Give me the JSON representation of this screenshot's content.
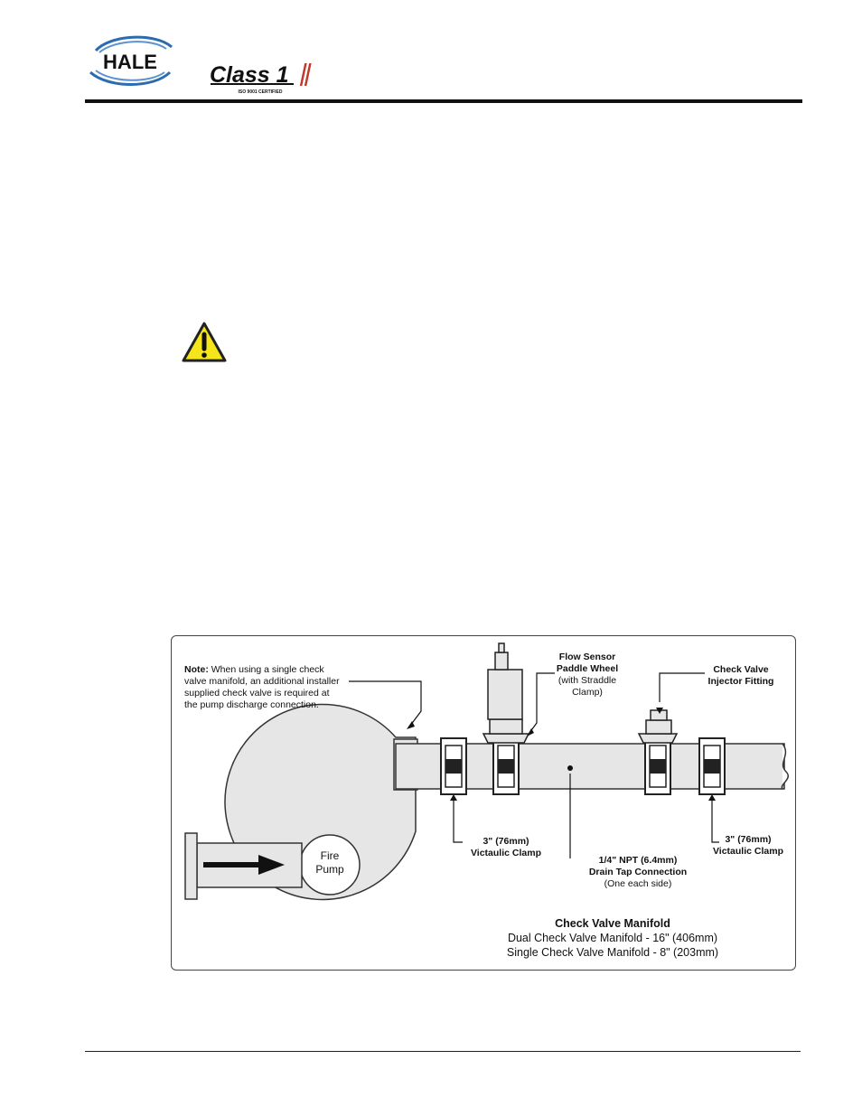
{
  "header": {
    "brand_logo": "HALE",
    "product_logo": "Class 1",
    "product_tagline": "ISO 9001 CERTIFIED"
  },
  "icons": {
    "caution": "warning-triangle-icon"
  },
  "colors": {
    "warning_yellow": "#f5e61c",
    "rule": "#111111",
    "figure_fill": "#e6e6e6",
    "logo_blue": "#2b6cb0"
  },
  "figure": {
    "note_label": "Note:",
    "note_text_1": "When using a single check",
    "note_text_2": "valve manifold, an additional installer",
    "note_text_3": "supplied check valve is required at",
    "note_text_4": "the pump discharge connection.",
    "flow_sensor_1": "Flow Sensor",
    "flow_sensor_2": "Paddle Wheel",
    "flow_sensor_3": "(with Straddle",
    "flow_sensor_4": "Clamp)",
    "injector_1": "Check Valve",
    "injector_2": "Injector Fitting",
    "clamp_left_1": "3\" (76mm)",
    "clamp_left_2": "Victaulic Clamp",
    "clamp_right_1": "3\" (76mm)",
    "clamp_right_2": "Victaulic Clamp",
    "drain_1": "1/4\" NPT (6.4mm)",
    "drain_2": "Drain Tap Connection",
    "drain_3": "(One each side)",
    "pump_1": "Fire",
    "pump_2": "Pump",
    "caption_title": "Check Valve Manifold",
    "caption_line_1": "Dual Check Valve Manifold - 16\" (406mm)",
    "caption_line_2": "Single Check Valve Manifold - 8\" (203mm)"
  }
}
